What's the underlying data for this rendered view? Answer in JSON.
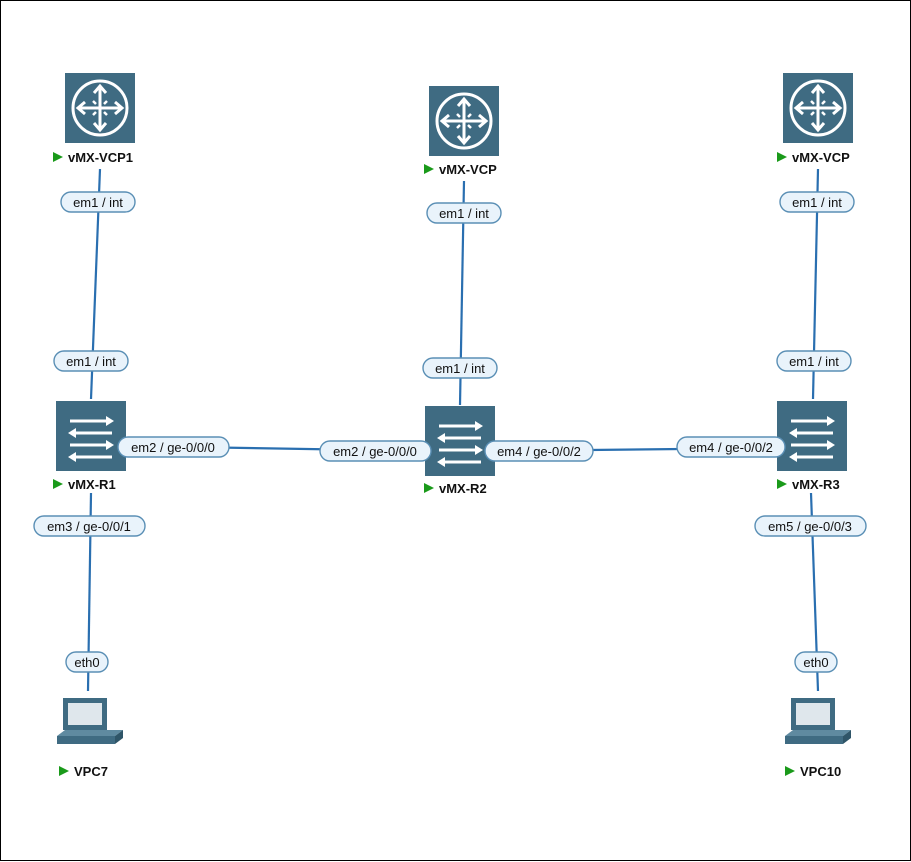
{
  "colors": {
    "link": "#2a6fb0",
    "device_fill": "#3f6b82",
    "status_running": "#1a9a1a",
    "pill_fill": "#e9f3fb",
    "pill_stroke": "#5a8fb5"
  },
  "nodes": {
    "vcp1": {
      "label": "vMX-VCP1",
      "icon": "router-icon"
    },
    "vcp2": {
      "label": "vMX-VCP",
      "icon": "router-icon"
    },
    "vcp3": {
      "label": "vMX-VCP",
      "icon": "router-icon"
    },
    "r1": {
      "label": "vMX-R1",
      "icon": "switch-icon"
    },
    "r2": {
      "label": "vMX-R2",
      "icon": "switch-icon"
    },
    "r3": {
      "label": "vMX-R3",
      "icon": "switch-icon"
    },
    "vpc7": {
      "label": "VPC7",
      "icon": "pc-icon"
    },
    "vpc10": {
      "label": "VPC10",
      "icon": "pc-icon"
    }
  },
  "ports": {
    "vcp1_em1": "em1 / int",
    "r1_em1": "em1 / int",
    "vcp2_em1": "em1 / int",
    "r2_em1": "em1 / int",
    "vcp3_em1": "em1 / int",
    "r3_em1": "em1 / int",
    "r1_em2": "em2 / ge-0/0/0",
    "r2_em2": "em2 / ge-0/0/0",
    "r2_em4": "em4 / ge-0/0/2",
    "r3_em4": "em4 / ge-0/0/2",
    "r1_em3": "em3 / ge-0/0/1",
    "vpc7_eth0": "eth0",
    "r3_em5": "em5 / ge-0/0/3",
    "vpc10_eth0": "eth0"
  }
}
